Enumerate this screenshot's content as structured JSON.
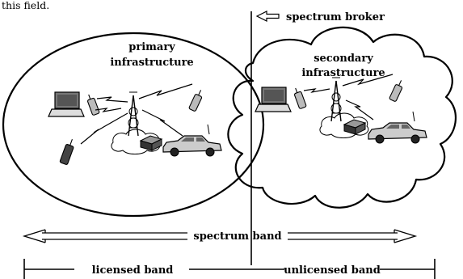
{
  "header_fragment": "this field.",
  "labels": {
    "spectrum_broker": "spectrum broker",
    "primary_line1": "primary",
    "primary_line2": "infrastructure",
    "secondary_line1": "secondary",
    "secondary_line2": "infrastructure",
    "spectrum_band": "spectrum band",
    "licensed_band": "licensed band",
    "unlicensed_band": "unlicensed band"
  },
  "icons": {
    "primary": [
      "laptop-icon",
      "mobile-phone-icon",
      "cell-tower-icon",
      "car-icon",
      "base-station-box-icon"
    ],
    "secondary": [
      "laptop-icon",
      "mobile-phone-icon",
      "cell-tower-icon",
      "car-icon",
      "base-station-box-icon"
    ]
  }
}
